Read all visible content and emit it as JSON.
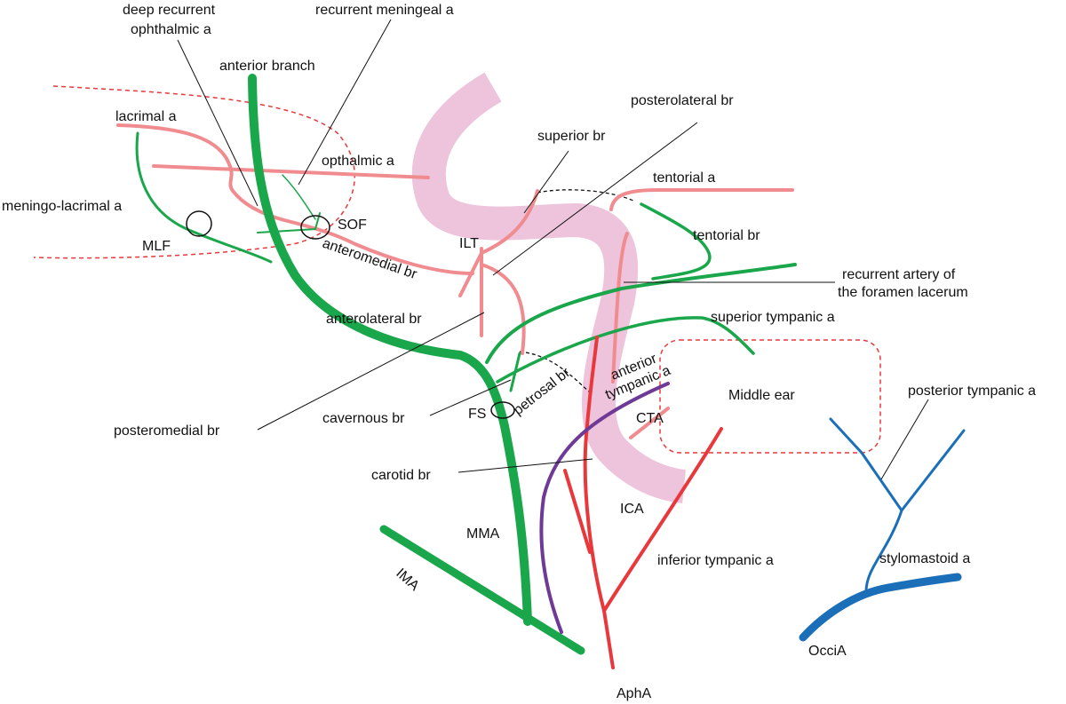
{
  "labels": {
    "deep_recurrent_ophthalmic_1": "deep recurrent",
    "deep_recurrent_ophthalmic_2": "ophthalmic a",
    "recurrent_meningeal": "recurrent meningeal a",
    "anterior_branch": "anterior branch",
    "lacrimal": "lacrimal a",
    "opthalmic": "opthalmic a",
    "meningo_lacrimal": "meningo-lacrimal a",
    "mlf": "MLF",
    "sof": "SOF",
    "anteromedial": "anteromedial br",
    "ilt": "ILT",
    "superior_br": "superior br",
    "posterolateral_br": "posterolateral br",
    "tentorial_a": "tentorial a",
    "tentorial_br": "tentorial br",
    "recurrent_foramen_lacerum_1": "recurrent artery of",
    "recurrent_foramen_lacerum_2": "the foramen lacerum",
    "superior_tympanic": "superior tympanic a",
    "anterolateral_br": "anterolateral br",
    "anterior_tympanic_1": "anterior",
    "anterior_tympanic_2": "tympanic a",
    "petrosal_br": "petrosal br",
    "middle_ear": "Middle ear",
    "posterior_tympanic": "posterior tympanic a",
    "posteromedial_br": "posteromedial br",
    "cavernous_br": "cavernous br",
    "fs": "FS",
    "cta": "CTA",
    "carotid_br": "carotid br",
    "ica": "ICA",
    "mma": "MMA",
    "ima": "IMA",
    "inferior_tympanic": "inferior tympanic a",
    "stylomastoid": "stylomastoid a",
    "occia": "OcciA",
    "apha": "AphA"
  },
  "colors": {
    "mma_green": "#1aa64a",
    "ophthalmic_pink": "#f08c90",
    "ica_band": "#eec3dc",
    "aph_red": "#e8383c",
    "tympanic_purple": "#6e3a96",
    "occipital_blue": "#1a6fb8",
    "dashed_red": "#e8383c",
    "dashed_black": "#111111"
  }
}
